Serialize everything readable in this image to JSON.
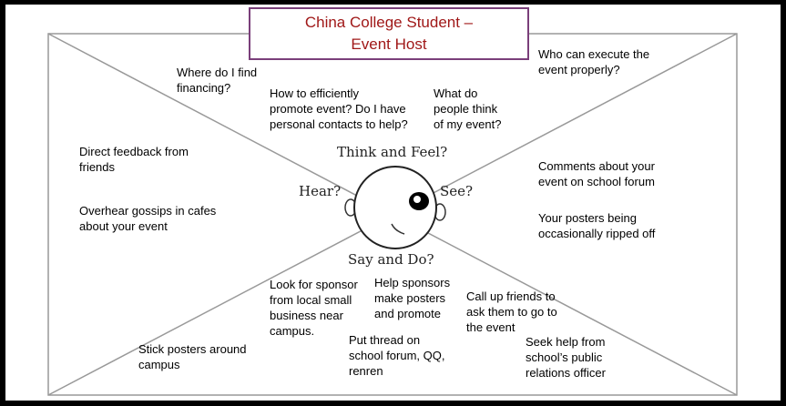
{
  "title": {
    "line1": "China College Student –",
    "line2": "Event Host"
  },
  "center_labels": {
    "think_feel": "Think and Feel?",
    "hear": "Hear?",
    "see": "See?",
    "say_do": "Say and Do?"
  },
  "notes": {
    "financing": [
      "Where do I find",
      "financing?"
    ],
    "promote": [
      "How to efficiently",
      "promote event? Do I have",
      "personal contacts to help?"
    ],
    "people_think": [
      "What do",
      "people think",
      "of my event?"
    ],
    "execute": [
      "Who can execute the",
      "event properly?"
    ],
    "feedback": [
      "Direct feedback from",
      "friends"
    ],
    "gossips": [
      "Overhear gossips in cafes",
      "about your event"
    ],
    "comments": [
      "Comments about your",
      "event on school forum"
    ],
    "posters_ripped": [
      "Your posters being",
      "occasionally ripped off"
    ],
    "sponsor": [
      "Look for sponsor",
      "from local small",
      "business near",
      "campus."
    ],
    "help_sponsors": [
      "Help sponsors",
      "make posters",
      "and promote"
    ],
    "call_friends": [
      "Call up friends to",
      "ask them to go to",
      "the event"
    ],
    "stick_posters": [
      "Stick posters around",
      "campus"
    ],
    "thread": [
      "Put thread on",
      "school forum, QQ,",
      "renren"
    ],
    "seek_help": [
      "Seek help from",
      "school’s public",
      "relations officer"
    ]
  }
}
